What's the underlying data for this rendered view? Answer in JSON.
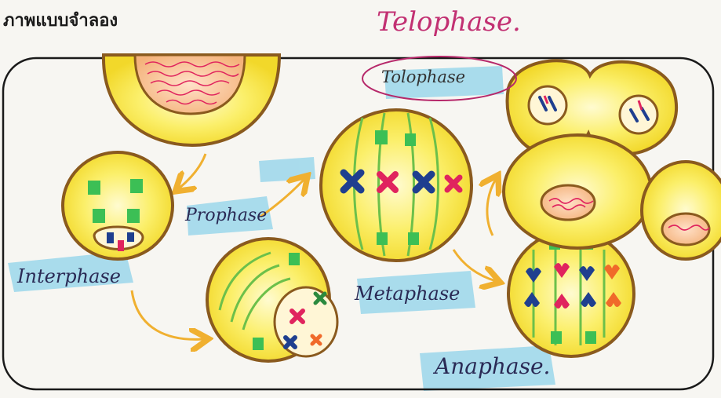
{
  "heading": "ภาพแบบจำลอง",
  "labels": {
    "telophase_title": "Telophase.",
    "tolophase": "Tolophase",
    "prophase": "Prophase",
    "interphase": "Interphase",
    "metaphase": "Metaphase",
    "anaphase": "Anaphase."
  },
  "colors": {
    "cell_fill": "#f3e13a",
    "cell_outline": "#8a5a1e",
    "cell_glow": "#fffbd0",
    "chromosome_blue": "#1f3f8f",
    "chromosome_pink": "#e0245e",
    "chromosome_orange": "#f06a2a",
    "spindle_green": "#6cc04a",
    "arrow_orange": "#f0b030",
    "highlight_blue": "#8fd3ea",
    "title_magenta": "#c23072",
    "frame": "#1a1a1a"
  }
}
